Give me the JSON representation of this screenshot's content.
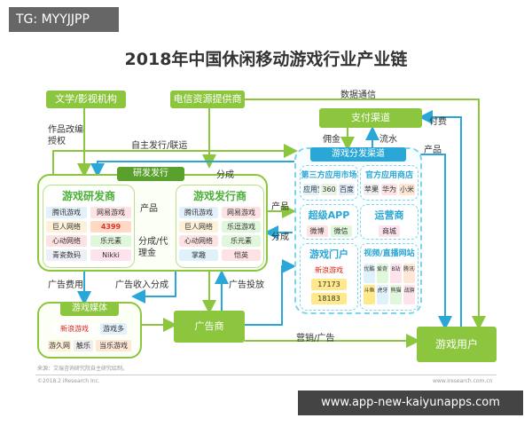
{
  "watermark": "TG: MYYJJPP",
  "title": "2018年中国休闲移动游戏行业产业链",
  "nodes": {
    "literature": "文学/影视机构",
    "telecom": "电信资源提供商",
    "payment": "支付渠道",
    "distribution": "游戏分发渠道",
    "rd_publish": "研发发行",
    "developer": "游戏研发商",
    "publisher": "游戏发行商",
    "media": "游戏媒体",
    "advertiser": "广告商",
    "users": "游戏用户"
  },
  "distribution_groups": {
    "third_party": "第三方应用市场",
    "official": "官方应用商店",
    "super_app": "超级APP",
    "operator": "运营商",
    "portal": "游戏门户",
    "video": "视频/直播网站"
  },
  "developer_logos": [
    "腾讯游戏",
    "网易游戏",
    "巨人网络",
    "4399",
    "心动网络",
    "乐元素",
    "青瓷数码",
    "Nikki"
  ],
  "publisher_logos": [
    "腾讯游戏",
    "网易游戏",
    "巨人网络",
    "乐逗游戏",
    "心动网络",
    "乐元素",
    "掌趣",
    "恺英"
  ],
  "media_logos": [
    "新浪游戏",
    "游戏多",
    "游久网",
    "触乐",
    "当乐游戏"
  ],
  "third_party_logos": [
    "应用宝",
    "360",
    "百度"
  ],
  "official_logos": [
    "苹果",
    "华为",
    "小米"
  ],
  "super_app_logos": [
    "微博",
    "微信"
  ],
  "operator_logos": [
    "商城"
  ],
  "portal_logos": [
    "新浪游戏",
    "17173",
    "18183"
  ],
  "video_logos": [
    "优酷",
    "爱奇艺",
    "B站",
    "腾讯视频",
    "斗鱼",
    "虎牙",
    "熊猫",
    "战旗"
  ],
  "edge_labels": {
    "data_comm": "数据通信",
    "pay_fee": "付费",
    "commission": "佣金",
    "cash_flow": "流水",
    "product_right": "产品",
    "ip_rights": "作品改编授权",
    "self_publish": "自主发行/联运",
    "share": "分成",
    "product_mid": "产品",
    "share_agent": "分成/代理金",
    "product_dist": "产品",
    "share_dist": "分成",
    "ad_fee": "广告费用",
    "ad_income": "广告收入分成",
    "ad_place": "广告投放",
    "marketing": "营销/广告"
  },
  "source": "来源：艾瑞咨询研究院自主研究绘制。",
  "copyright": "©2018.2 iResearch Inc.",
  "website": "www.iresearch.com.cn",
  "footer_url": "www.app-new-kaiyunapps.com"
}
